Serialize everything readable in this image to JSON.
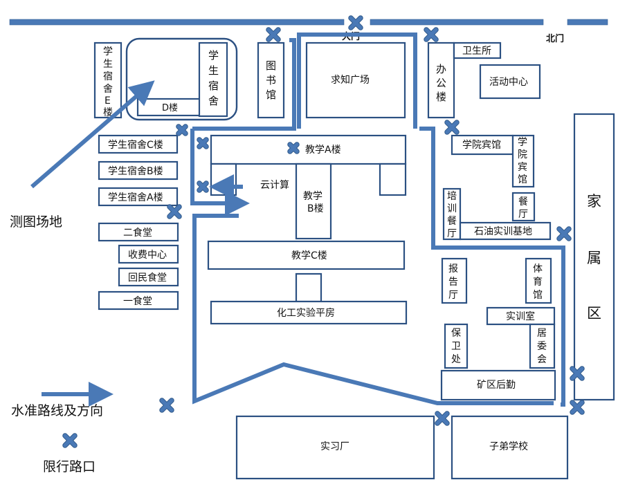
{
  "gates": {
    "main": "大门",
    "north": "北门"
  },
  "buildings": {
    "dorm_e": "学生宿舍E楼",
    "dorm_d_label": "D楼",
    "dorm_right": "学生宿舍",
    "library": "图书馆",
    "square": "求知广场",
    "office": "办公楼",
    "clinic": "卫生所",
    "activity": "活动中心",
    "hotel_h": "学院宾馆",
    "hotel_v": "学院宾馆",
    "dorm_c": "学生宿舍C楼",
    "dorm_b": "学生宿舍B楼",
    "dorm_a": "学生宿舍A楼",
    "teach_a": "教学A楼",
    "cloud": "云计算",
    "teach_b": "教学B楼",
    "teach_c": "教学C楼",
    "canteen_2": "二食堂",
    "fee_center": "收费中心",
    "hui_canteen": "回民食堂",
    "canteen_1": "一食堂",
    "chem_lab": "化工实验平房",
    "training_rest": "培训餐厅",
    "restaurant": "餐厅",
    "oil_base": "石油实训基地",
    "report_hall": "报告厅",
    "gym": "体育馆",
    "training_room": "实训室",
    "security": "保卫处",
    "committee": "居委会",
    "logistics": "矿区后勤",
    "factory": "实习厂",
    "school": "子弟学校",
    "family_area": "家属区"
  },
  "labels": {
    "survey_site": "测图场地"
  },
  "legend": {
    "route_label": "水准路线及方向",
    "restrict_label": "限行路口"
  }
}
